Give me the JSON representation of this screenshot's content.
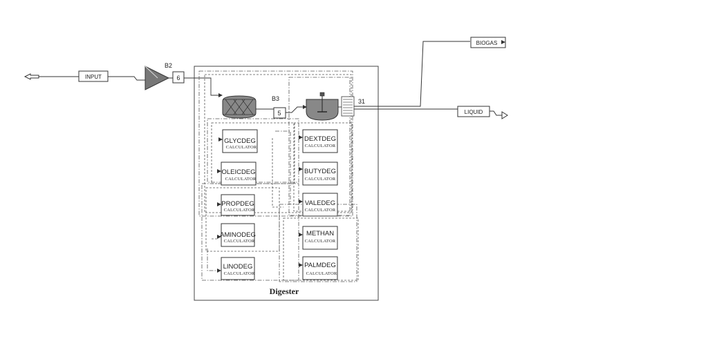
{
  "diagram": {
    "title": "Digester",
    "streams": {
      "input": "INPUT",
      "biogas": "BIOGAS",
      "liquid": "LIQUID",
      "s6": "6",
      "s5": "5",
      "s31": "31"
    },
    "blocks": {
      "b2": "B2",
      "b3": "B3"
    },
    "calculators_left": [
      {
        "name": "GLYCDEG",
        "sub": "CALCULATOR"
      },
      {
        "name": "OLEICDEG",
        "sub": "CALCULATOR"
      },
      {
        "name": "PROPDEG",
        "sub": "CALCULATOR"
      },
      {
        "name": "AMINODEG",
        "sub": "CALCULATOR"
      },
      {
        "name": "LINODEG",
        "sub": "CALCULATOR"
      }
    ],
    "calculators_right": [
      {
        "name": "DEXTDEG",
        "sub": "CALCULATOR"
      },
      {
        "name": "BUTYDEG",
        "sub": "CALCULATOR"
      },
      {
        "name": "VALEDEG",
        "sub": "CALCULATOR"
      },
      {
        "name": "METHAN",
        "sub": "CALCULATOR"
      },
      {
        "name": "PALMDEG",
        "sub": "CALCULATOR"
      }
    ]
  }
}
